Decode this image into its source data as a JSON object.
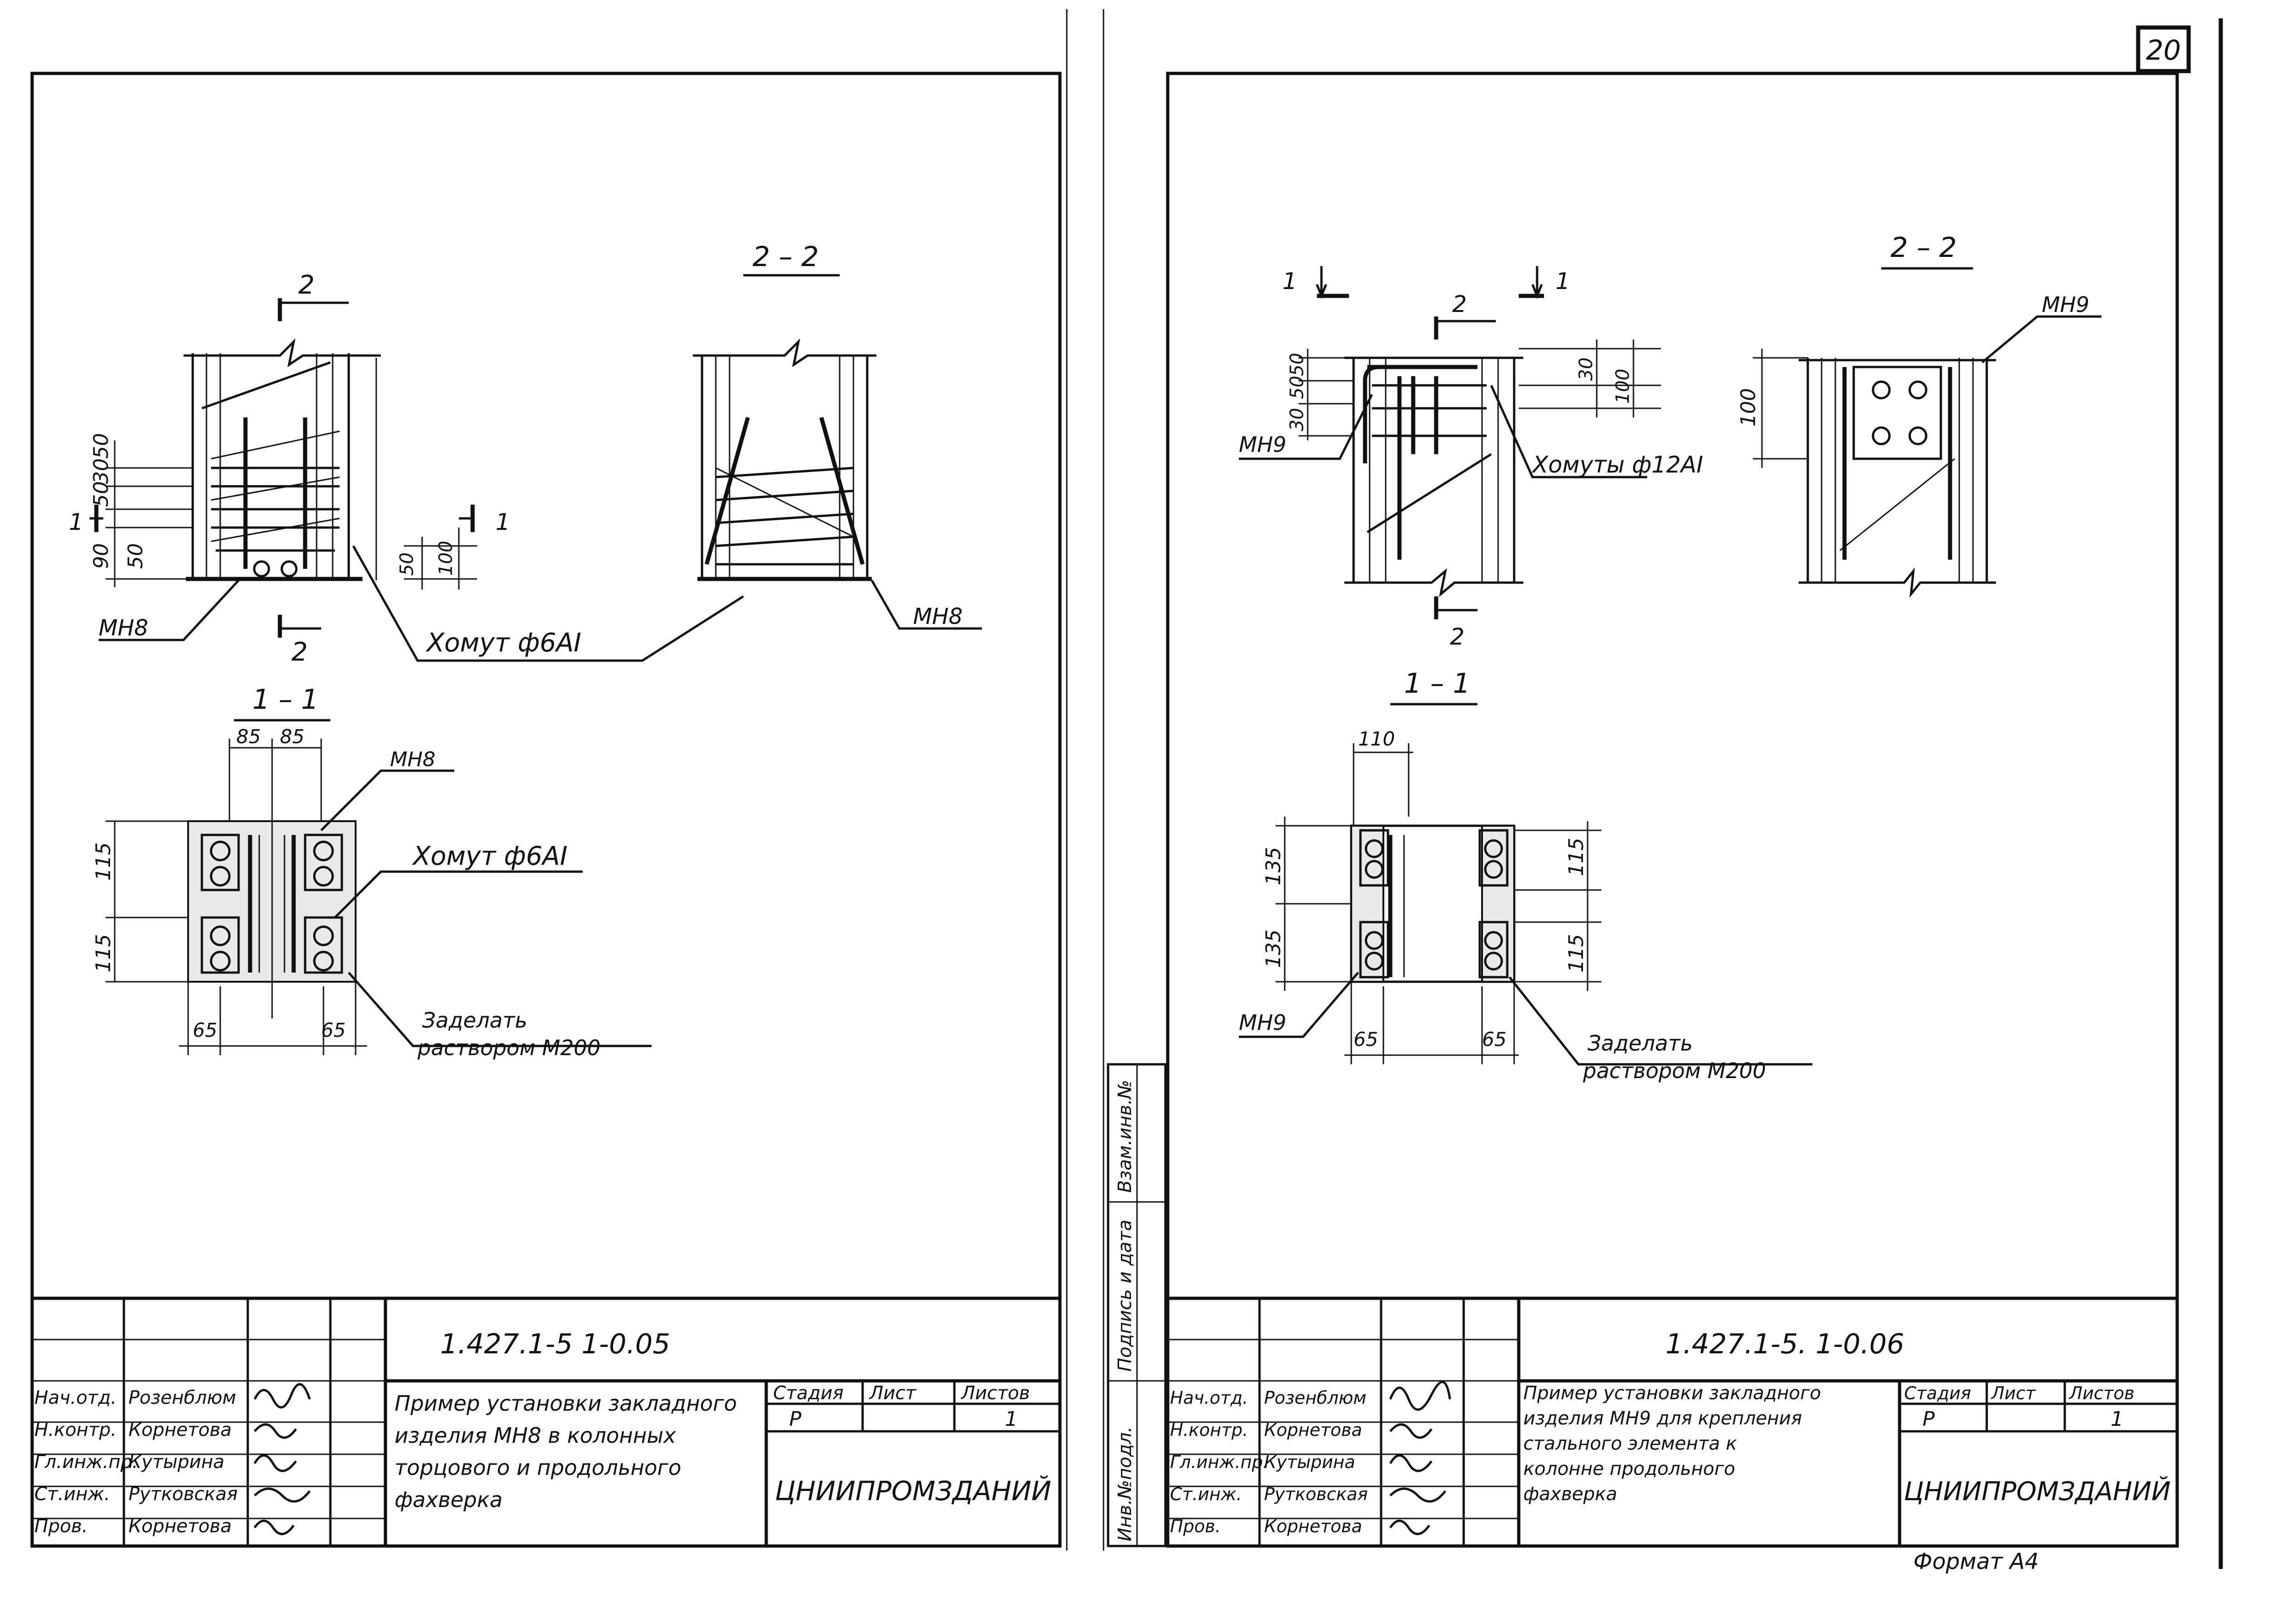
{
  "page_number": "20",
  "sheets": [
    {
      "id": "left",
      "code": "1.427.1-5  1-0.05",
      "title_lines": [
        "Пример установки закладного",
        "изделия МН8 в колонных",
        "торцового и продольного",
        "фахверка"
      ],
      "stage_header": "Стадия",
      "sheet_header": "Лист",
      "sheets_header": "Листов",
      "stage": "Р",
      "sheet": "1",
      "organization": "ЦНИИПРОМЗДАНИЙ",
      "signatures": [
        {
          "role": "Нач.отд.",
          "name": "Розенблюм"
        },
        {
          "role": "Н.контр.",
          "name": "Корнетова"
        },
        {
          "role": "Гл.инж.пр.",
          "name": "Кутырина"
        },
        {
          "role": "Ст.инж.",
          "name": "Рутковская"
        },
        {
          "role": "Пров.",
          "name": "Корнетова"
        }
      ],
      "labels": {
        "section_2_2": "2 – 2",
        "section_1_1": "1 – 1",
        "mark_2": "2",
        "mark_1": "1",
        "item": "МН8",
        "clamp": "Хомут ф6АI",
        "grout_line1": "Заделать",
        "grout_line2": "раствором М200",
        "dims_vertical": [
          "50",
          "30",
          "50",
          "90",
          "50",
          "100"
        ],
        "dims_plan": [
          "85",
          "85",
          "115",
          "115",
          "65",
          "65"
        ]
      }
    },
    {
      "id": "right",
      "code": "1.427.1-5.  1-0.06",
      "title_lines": [
        "Пример установки закладного",
        "изделия МН9 для крепления",
        "стального элемента к",
        "колонне продольного",
        "фахверка"
      ],
      "stage_header": "Стадия",
      "sheet_header": "Лист",
      "sheets_header": "Листов",
      "stage": "Р",
      "sheet": "1",
      "organization": "ЦНИИПРОМЗДАНИЙ",
      "format": "Формат А4",
      "side_stamp": [
        "Инв.№подл.",
        "Подпись и дата",
        "Взам.инв.№"
      ],
      "signatures": [
        {
          "role": "Нач.отд.",
          "name": "Розенблюм"
        },
        {
          "role": "Н.контр.",
          "name": "Корнетова"
        },
        {
          "role": "Гл.инж.пр.",
          "name": "Кутырина"
        },
        {
          "role": "Ст.инж.",
          "name": "Рутковская"
        },
        {
          "role": "Пров.",
          "name": "Корнетова"
        }
      ],
      "labels": {
        "section_2_2": "2 – 2",
        "section_1_1": "1 – 1",
        "mark_2": "2",
        "mark_1": "1",
        "item": "МН9",
        "clamp": "Хомуты ф12АI",
        "grout_line1": "Заделать",
        "grout_line2": "раствором М200",
        "dims_vertical": [
          "50",
          "50",
          "30",
          "30",
          "100",
          "100"
        ],
        "dims_plan": [
          "110",
          "135",
          "135",
          "115",
          "115",
          "65",
          "65"
        ]
      }
    }
  ]
}
